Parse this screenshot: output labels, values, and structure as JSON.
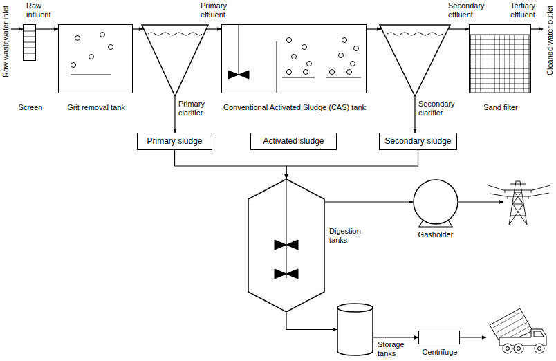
{
  "diagram": {
    "nodes": [
      {
        "text": [
          "Screen"
        ]
      },
      {
        "text": [
          "Grit removal tank"
        ]
      },
      {
        "text": [
          "Primary clarifier"
        ]
      },
      {
        "text": [
          "Conventional Activated Sludge (CAS) tank"
        ]
      },
      {
        "text": [
          "Secondary clarifier"
        ]
      },
      {
        "text": [
          "Sand filter"
        ]
      },
      {
        "text": [
          "Primary sludge"
        ]
      },
      {
        "text": [
          "Activated sludge"
        ]
      },
      {
        "text": [
          "Secondary sludge"
        ]
      },
      {
        "text": [
          "Digestion tanks"
        ]
      },
      {
        "text": [
          "Gasholder"
        ]
      },
      {
        "text": [
          "Storage tanks"
        ]
      },
      {
        "text": [
          "Centrifuge"
        ]
      }
    ],
    "edges": [
      {
        "from": 0,
        "to": 1,
        "arrow": "to"
      },
      {
        "from": 1,
        "to": 2,
        "arrow": "to"
      },
      {
        "from": 2,
        "to": 3,
        "arrow": "to"
      },
      {
        "from": 3,
        "to": 4,
        "arrow": "to"
      },
      {
        "from": 4,
        "to": 5,
        "arrow": "to"
      },
      {
        "from": 2,
        "to": 6,
        "arrow": "to"
      },
      {
        "from": 4,
        "to": 8,
        "arrow": "to"
      },
      {
        "from": 6,
        "to": 9,
        "arrow": "to"
      },
      {
        "from": 8,
        "to": 9,
        "arrow": "to"
      },
      {
        "from": 9,
        "to": 10,
        "arrow": "to"
      },
      {
        "from": 9,
        "to": 11,
        "arrow": "to"
      },
      {
        "from": 11,
        "to": 12,
        "arrow": "to"
      }
    ],
    "labels": [
      "Raw wastewater inlet",
      "Raw influent",
      "Primary effluent",
      "Secondary effluent",
      "Tertiary effluent",
      "Cleaned water outlet"
    ]
  }
}
